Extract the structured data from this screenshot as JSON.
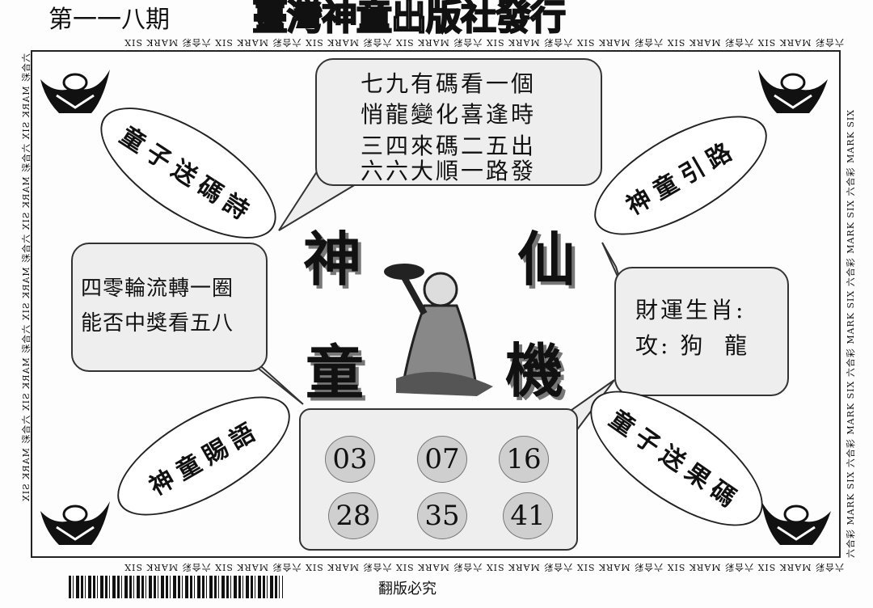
{
  "header": {
    "issue": "第一一八期",
    "publisher": "臺灣神童出版社發行"
  },
  "border_text": "六合彩 MARK SIX",
  "poem": {
    "lines": [
      "七九有碼看一個",
      "悄龍變化喜逢時",
      "三四來碼二五出",
      "六六大順一路發"
    ]
  },
  "left_box": {
    "lines": [
      "四零輪流轉一圈",
      "能否中獎看五八"
    ]
  },
  "right_box": {
    "title": "財運生肖:",
    "value": "攻: 狗  龍"
  },
  "ellipses": {
    "top_left": "童子送碼詩",
    "top_right": "神童引路",
    "bottom_left": "神童賜語",
    "bottom_right": "童子送果碼"
  },
  "center": {
    "chars": [
      "神",
      "仙",
      "童",
      "機"
    ]
  },
  "numbers": [
    "03",
    "07",
    "16",
    "28",
    "35",
    "41"
  ],
  "footer": {
    "copyright": "翻版必究"
  }
}
